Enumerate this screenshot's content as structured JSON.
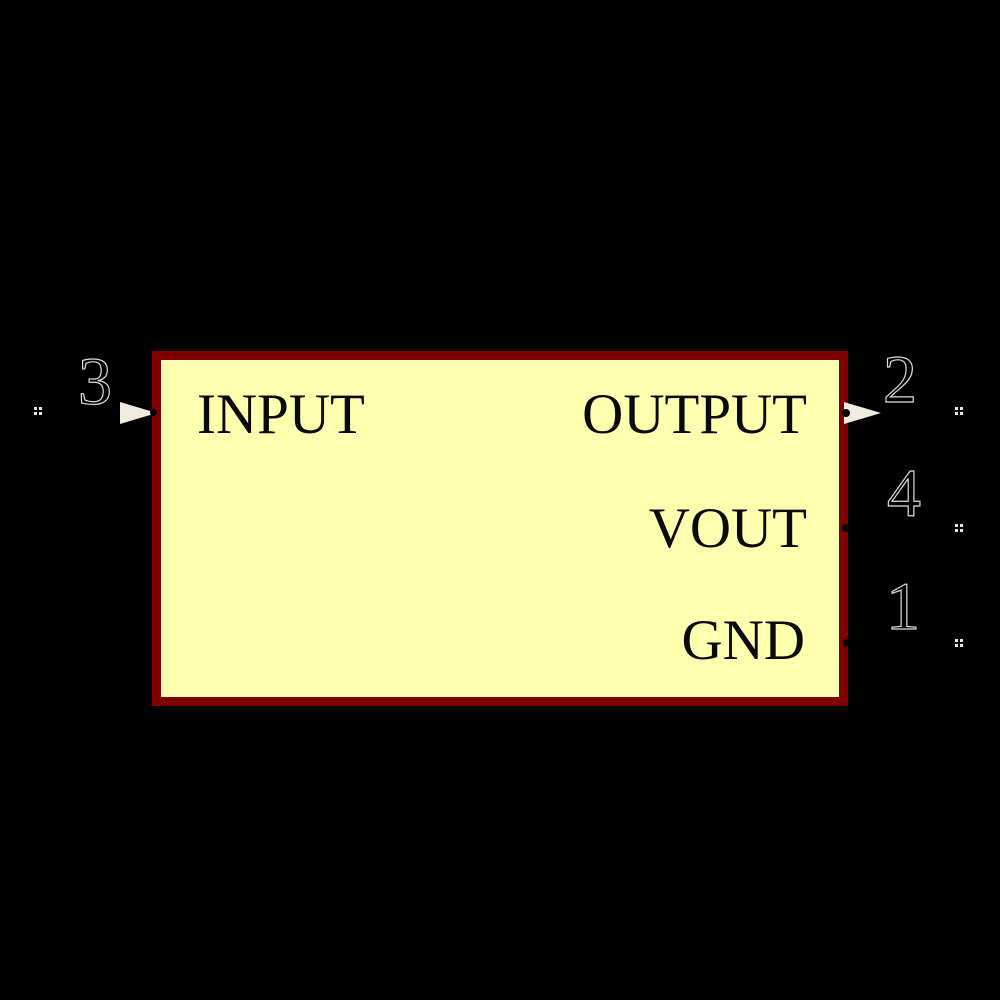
{
  "theme": {
    "canvas_bg": "#000000",
    "body_fill": "#ffffb0",
    "body_border": "#7e0000",
    "label_color": "#0a0a0a",
    "arrow_fill": "#f2ecdf",
    "number_outline": "#dcdcdc",
    "marker_color": "#e8e8e8"
  },
  "component": {
    "pins": [
      {
        "number": "3",
        "label": "INPUT",
        "side": "left",
        "direction": "in"
      },
      {
        "number": "2",
        "label": "OUTPUT",
        "side": "right",
        "direction": "out"
      },
      {
        "number": "4",
        "label": "VOUT",
        "side": "right",
        "direction": "passive"
      },
      {
        "number": "1",
        "label": "GND",
        "side": "right",
        "direction": "passive"
      }
    ]
  }
}
